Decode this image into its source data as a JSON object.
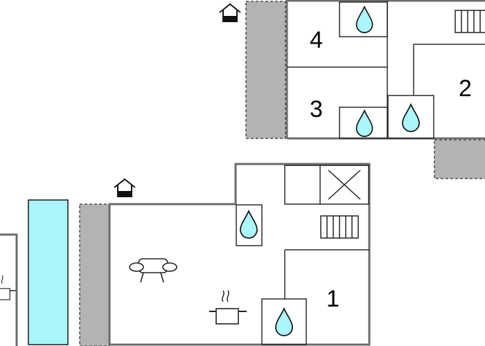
{
  "floor_plan": {
    "rooms": [
      {
        "key": "room-1",
        "number": "1"
      },
      {
        "key": "room-2",
        "number": "2"
      },
      {
        "key": "room-3",
        "number": "3"
      },
      {
        "key": "room-4",
        "number": "4"
      }
    ],
    "icons": [
      "water-drop-icon",
      "radiator-icon",
      "sofa-icon",
      "cooking-pot-icon",
      "house-entrance-icon",
      "cross-box-icon"
    ],
    "colors": {
      "pool": "#aaf6fb",
      "water_drop": "#aaf6fb",
      "terrace": "#b3b3b3",
      "wall": "#6b6b6b"
    }
  }
}
